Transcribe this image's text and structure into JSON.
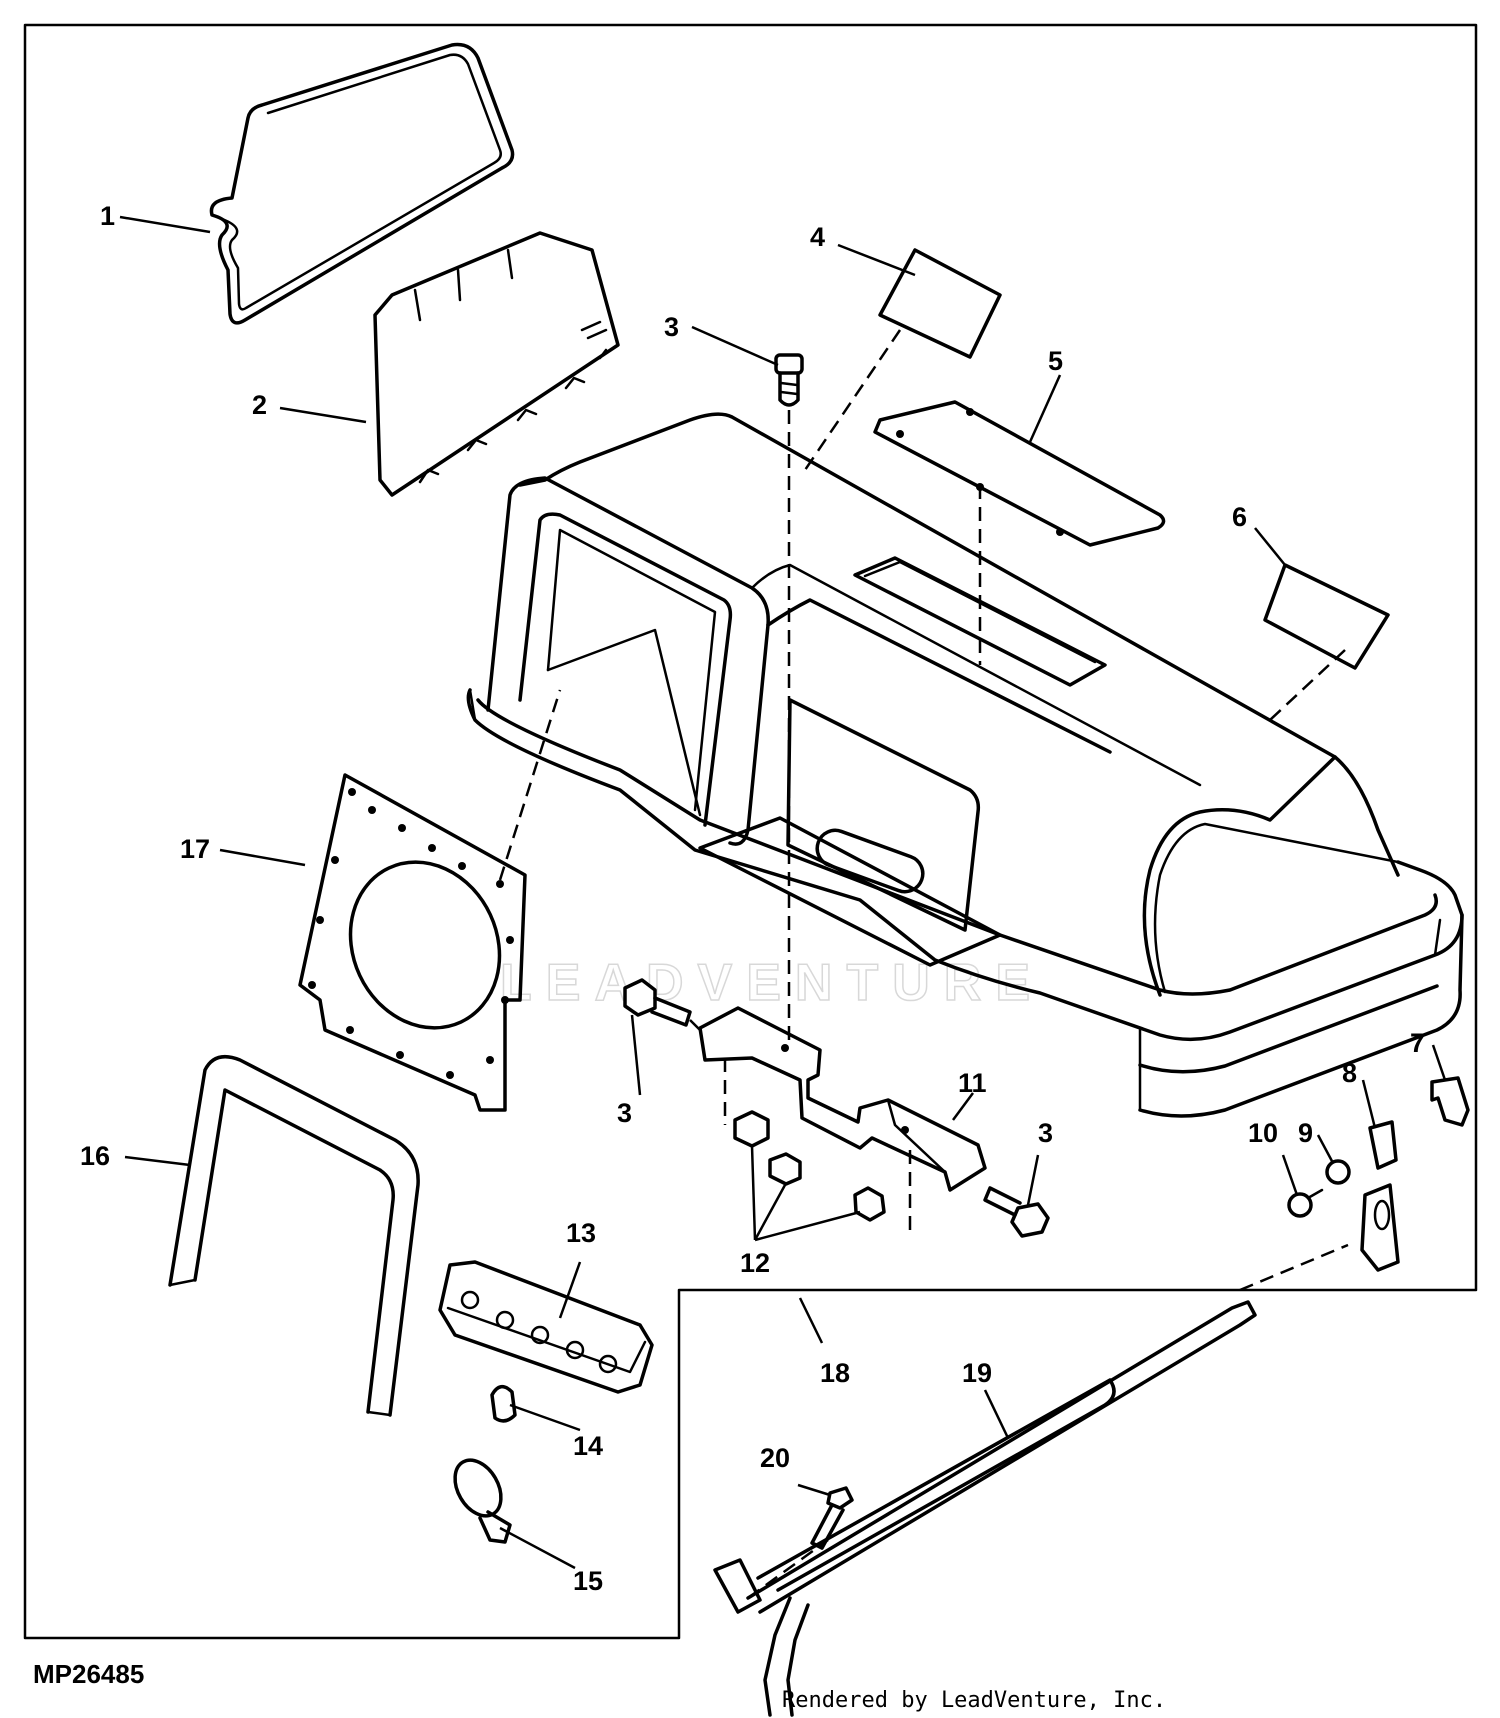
{
  "drawing_code": "MP26485",
  "credit": "Rendered by LeadVenture, Inc.",
  "watermark": "LEADVENTURE",
  "callouts": [
    {
      "id": "1",
      "text": "1"
    },
    {
      "id": "2",
      "text": "2"
    },
    {
      "id": "3a",
      "text": "3"
    },
    {
      "id": "3b",
      "text": "3"
    },
    {
      "id": "3c",
      "text": "3"
    },
    {
      "id": "4",
      "text": "4"
    },
    {
      "id": "5",
      "text": "5"
    },
    {
      "id": "6",
      "text": "6"
    },
    {
      "id": "7",
      "text": "7"
    },
    {
      "id": "8",
      "text": "8"
    },
    {
      "id": "9",
      "text": "9"
    },
    {
      "id": "10",
      "text": "10"
    },
    {
      "id": "11",
      "text": "11"
    },
    {
      "id": "12",
      "text": "12"
    },
    {
      "id": "13",
      "text": "13"
    },
    {
      "id": "14",
      "text": "14"
    },
    {
      "id": "15",
      "text": "15"
    },
    {
      "id": "16",
      "text": "16"
    },
    {
      "id": "17",
      "text": "17"
    },
    {
      "id": "18",
      "text": "18"
    },
    {
      "id": "19",
      "text": "19"
    },
    {
      "id": "20",
      "text": "20"
    }
  ]
}
